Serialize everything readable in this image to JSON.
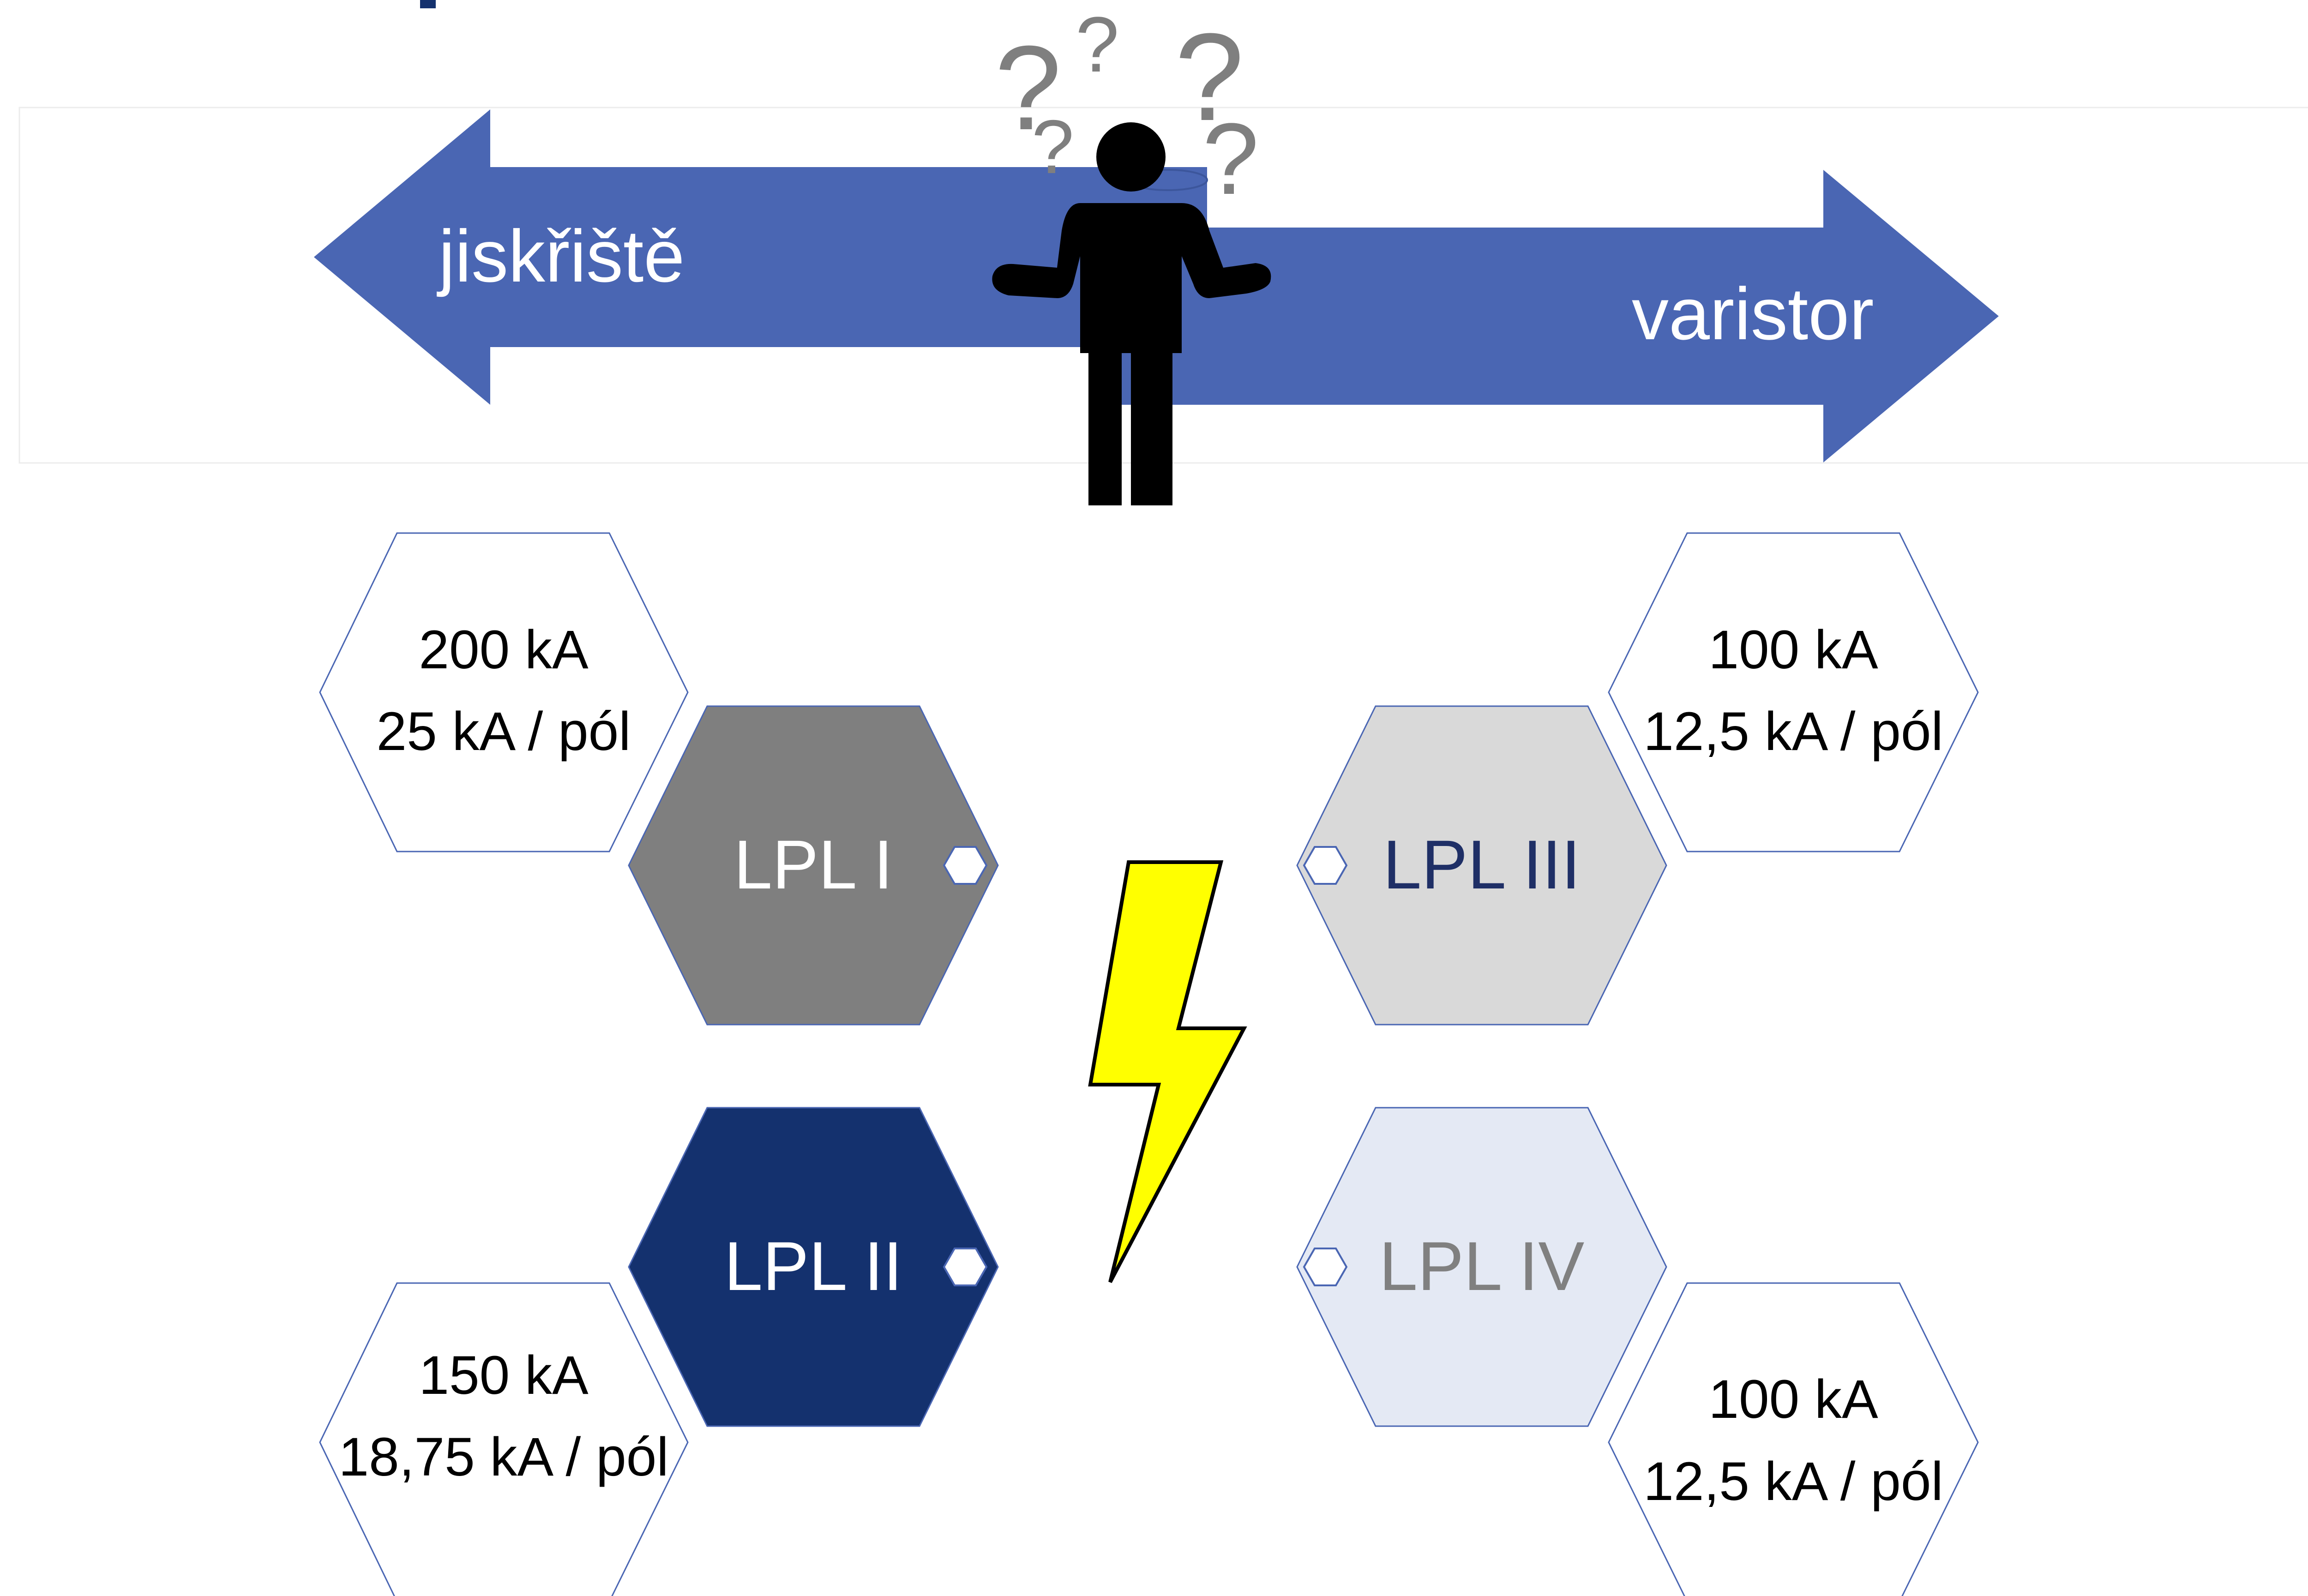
{
  "arrows": {
    "left_label": "jiskřiště",
    "right_label": "varistor",
    "fill": "#4a66b3"
  },
  "lpl_levels": [
    {
      "label": "LPL I",
      "fill": "#7f7f7f",
      "label_color": "#ffffff",
      "current_total": "200 kA",
      "current_per_pole": "25 kA / pól"
    },
    {
      "label": "LPL II",
      "fill": "#14316e",
      "label_color": "#ffffff",
      "current_total": "150 kA",
      "current_per_pole": "18,75 kA / pól"
    },
    {
      "label": "LPL III",
      "fill": "#d9d9d9",
      "label_color": "#1f2f66",
      "current_total": "100 kA",
      "current_per_pole": "12,5 kA / pól"
    },
    {
      "label": "LPL IV",
      "fill": "#e4e9f4",
      "label_color": "#808080",
      "current_total": "100 kA",
      "current_per_pole": "12,5 kA / pól"
    }
  ],
  "question_marks": [
    "?",
    "?",
    "?",
    "?",
    "?"
  ],
  "colors": {
    "hex_outline": "#4a66b3",
    "lightning_fill": "#ffff00",
    "figure_fill": "#000000",
    "question_color": "#7f7f7f"
  }
}
